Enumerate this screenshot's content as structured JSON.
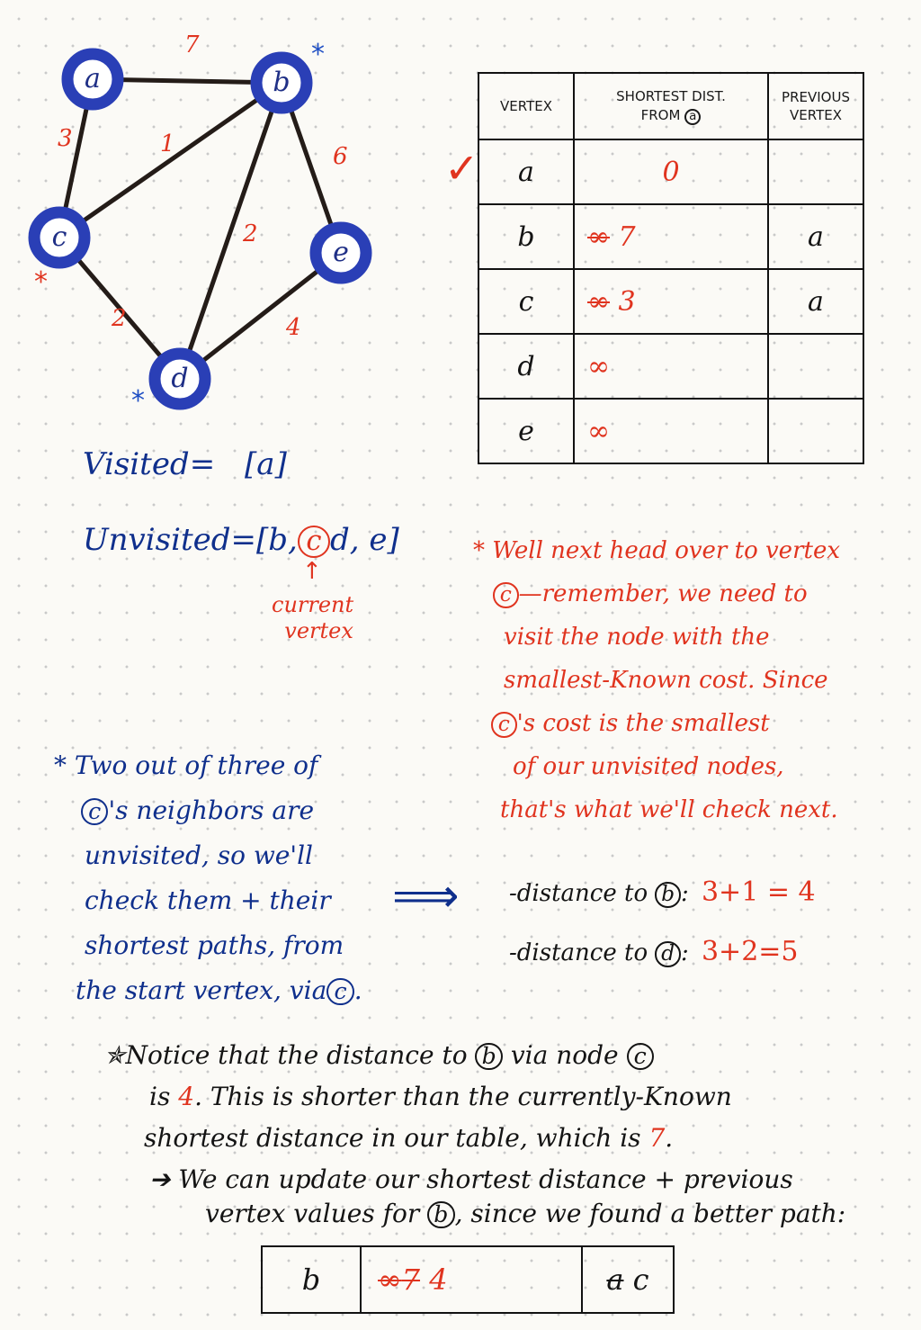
{
  "graph": {
    "nodes": [
      {
        "id": "a",
        "label": "a"
      },
      {
        "id": "b",
        "label": "b"
      },
      {
        "id": "c",
        "label": "c"
      },
      {
        "id": "d",
        "label": "d"
      },
      {
        "id": "e",
        "label": "e"
      }
    ],
    "edges": [
      {
        "from": "a",
        "to": "b",
        "weight": "7"
      },
      {
        "from": "a",
        "to": "c",
        "weight": "3"
      },
      {
        "from": "c",
        "to": "b",
        "weight": "1"
      },
      {
        "from": "b",
        "to": "d",
        "weight": "2"
      },
      {
        "from": "b",
        "to": "e",
        "weight": "6"
      },
      {
        "from": "c",
        "to": "d",
        "weight": "2"
      },
      {
        "from": "d",
        "to": "e",
        "weight": "4"
      }
    ],
    "star_mark": "*",
    "colors": {
      "node_ring": "#2a3fb6",
      "node_fill": "#ffffff",
      "edge": "#241c18",
      "weight": "#e0341f",
      "star_red": "#e0341f",
      "star_blue": "#1f4fc4"
    }
  },
  "table": {
    "headers": {
      "vertex": "VERTEX",
      "shortest_line1": "SHORTEST DIST.",
      "shortest_line2": "FROM",
      "shortest_from": "a",
      "previous_line1": "PREVIOUS",
      "previous_line2": "VERTEX"
    },
    "check_mark": "✓",
    "rows": [
      {
        "vertex": "a",
        "old": "",
        "dist": "0",
        "prev": ""
      },
      {
        "vertex": "b",
        "old": "∞",
        "dist": "7",
        "prev": "a"
      },
      {
        "vertex": "c",
        "old": "∞",
        "dist": "3",
        "prev": "a"
      },
      {
        "vertex": "d",
        "old": "",
        "dist": "∞",
        "prev": ""
      },
      {
        "vertex": "e",
        "old": "",
        "dist": "∞",
        "prev": ""
      }
    ]
  },
  "visited": {
    "label": "Visited",
    "eq": "=",
    "open": "[",
    "items": "a",
    "close": "]"
  },
  "unvisited": {
    "label": "Unvisited",
    "eq": "=",
    "open": "[",
    "item1": "b,",
    "current": "c",
    "rest": "d, e",
    "close": "]"
  },
  "current_note": {
    "arrow": "↑",
    "line1": "current",
    "line2": "vertex"
  },
  "red_note": {
    "lines": [
      "* Well next head over to vertex",
      "—remember, we need to",
      "visit the node with the",
      "smallest-Known cost. Since",
      "'s cost is the smallest",
      "of our unvisited nodes,",
      "that's what we'll check next."
    ],
    "circle_c": "c"
  },
  "blue_note": {
    "lines": [
      "* Two out of three of",
      "'s neighbors are",
      "unvisited, so we'll",
      "check them + their",
      "shortest paths, from",
      "the start vertex, via"
    ],
    "circle_c": "c",
    "end_dot": "."
  },
  "distances": {
    "arrow": "⟹",
    "items": [
      {
        "prefix": "-distance to",
        "target": "b",
        "colon": ":",
        "expr": "3+1 = 4"
      },
      {
        "prefix": "-distance to",
        "target": "d",
        "colon": ":",
        "expr": "3+2=5"
      }
    ]
  },
  "bottom_note": {
    "line1_a": "Notice that the distance to",
    "line1_b": "via node",
    "line1_star": "✯",
    "b": "b",
    "c": "c",
    "line2_a": "is",
    "line2_val": "4",
    "line2_b": ". This is shorter than the currently-Known",
    "line3_a": "shortest distance in our table, which is",
    "line3_val": "7",
    "line3_end": ".",
    "line4_arrow": "➔",
    "line4": "We can update our shortest distance + previous",
    "line5_a": "vertex values for",
    "line5_b": ", since we found a better path:"
  },
  "update_row": {
    "vertex": "b",
    "old1": "∞",
    "old2": "7",
    "new": "4",
    "prev_old": "a",
    "prev_new": "c"
  }
}
